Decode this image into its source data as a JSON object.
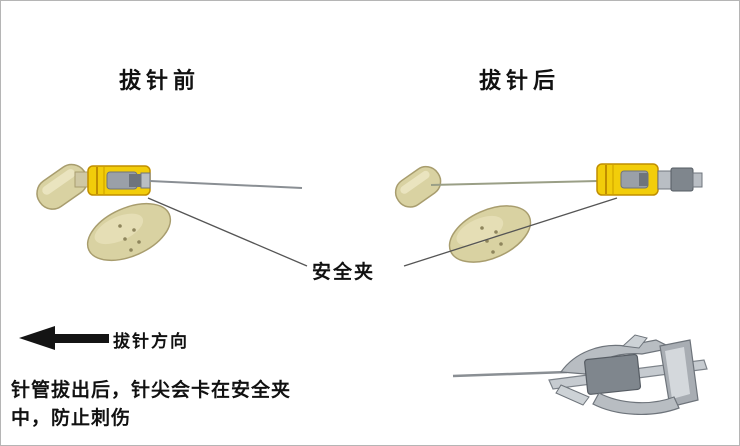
{
  "titles": {
    "before": "拔针前",
    "after": "拔针后"
  },
  "labels": {
    "safety_clip": "安全夹",
    "direction": "拔针方向"
  },
  "description": {
    "line1": "针管拔出后，针尖会卡在安全夹",
    "line2": "中，防止刺伤"
  },
  "icons": {
    "direction_arrow": "left-arrow-icon"
  },
  "colors": {
    "wing_tan": "#d9d2a2",
    "hub_yellow": "#f2cd0a",
    "metal_gray": "#9aa0a8",
    "metal_dark": "#7f868d",
    "arrow_black": "#141414",
    "line_gray": "#555555"
  }
}
